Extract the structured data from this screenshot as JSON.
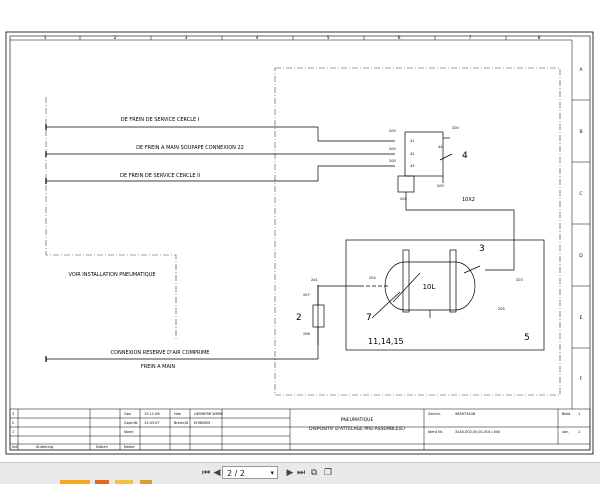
{
  "border": {
    "columns": [
      "1",
      "2",
      "3",
      "4",
      "5",
      "6",
      "7",
      "8"
    ],
    "rows": [
      "A",
      "B",
      "C",
      "D",
      "E",
      "F"
    ]
  },
  "lines": {
    "service_circle_1": "DE FREIN DE SERVICE CERCLE I",
    "hand_brake_valve": "DE FREIN A MAIN SOUPAPE CONNEXION 22",
    "service_circle_2": "DE FREIN DE SERVICE CERCLE II",
    "see_pneumatic": "VOIR INSTALLATION PNEUMATIQUE",
    "compressed_air_reserve": "CONNEXION RESERVE D'AIR COMPRIME",
    "hand_brake": "FREIN A MAIN"
  },
  "components": {
    "valve_ref": "4",
    "valve_ports": [
      "200",
      "200",
      "200",
      "200",
      "200",
      "200"
    ],
    "valve_port_nums": [
      "41",
      "42",
      "43",
      "44"
    ],
    "pipe_size": "10X2",
    "tank_volume": "10L",
    "tank_ref": "3",
    "tank_port_in": "204",
    "tank_port_out": "203",
    "tank_drain": "205",
    "tank_mount_ref": "7",
    "tank_mount_parts": "11,14,15",
    "group_ref": "5",
    "switch_ref": "2",
    "switch_ports": [
      "201",
      "207",
      "206"
    ]
  },
  "title_block": {
    "rev_numbers": [
      "3",
      "2",
      "1"
    ],
    "label_ind": "Ind",
    "label_modification": "Änderung",
    "label_date": "Datum",
    "label_name": "Name",
    "label_drawn": "Gez.",
    "label_checked": "Geprüft",
    "label_norm": "Norm",
    "drawn_date": "13.11.06",
    "drawn_name": "Hak",
    "checked_date": "13.03.07",
    "checked_name": "Brenn/D",
    "company_1": "LIEBHERR WERK",
    "company_2": "EHINGEN",
    "title_1": "PNEUMATIQUE",
    "title_2": "DISPOSITIF D'ATTELAGE PRE-ASSEMBLE(E)",
    "label_drawing": "Zeichn.",
    "drawing_no": "985973408",
    "label_part": "Ident Nr.",
    "part_no": "3244-002,00,01,001=000",
    "sheet_label": "Blatt",
    "sheet_value": "1",
    "sheets_label": "von",
    "sheets_value": "1"
  },
  "viewer": {
    "page_value": "2 / 2"
  },
  "colors": {
    "line": "#000000",
    "dash": "#444444",
    "strip": [
      "#f5a623",
      "#e26a1a",
      "#f0c040",
      "#d9a02a"
    ]
  }
}
